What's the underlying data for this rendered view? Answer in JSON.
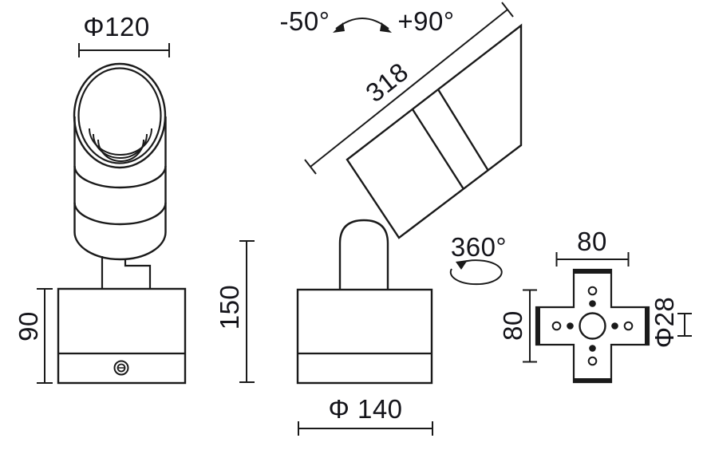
{
  "drawing": {
    "line_color": "#1a1a1a",
    "text_color": "#14141a",
    "front_view": {
      "head_diameter": "Φ120",
      "base_height": "90"
    },
    "side_view": {
      "head_length": "318",
      "tilt_min": "-50°",
      "tilt_max": "+90°",
      "rotation": "360°",
      "overall_height": "150",
      "base_diameter": "Φ 140"
    },
    "mount_plate": {
      "hole_spacing_horizontal": "80",
      "hole_spacing_vertical": "80",
      "center_hole_diameter": "Φ28"
    }
  }
}
